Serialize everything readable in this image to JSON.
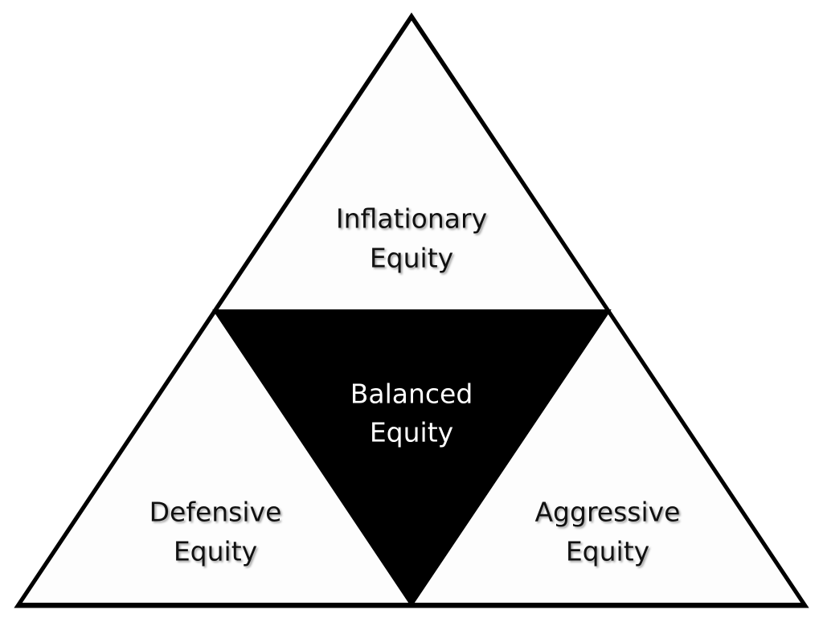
{
  "diagram": {
    "segments": {
      "top": {
        "line1": "Inflationary",
        "line2": "Equity",
        "fill": "#fdfdfd",
        "text_color": "#111111"
      },
      "center": {
        "line1": "Balanced",
        "line2": "Equity",
        "fill": "#000000",
        "text_color": "#ffffff"
      },
      "bottom_left": {
        "line1": "Defensive",
        "line2": "Equity",
        "fill": "#fdfdfd",
        "text_color": "#111111"
      },
      "bottom_right": {
        "line1": "Aggressive",
        "line2": "Equity",
        "fill": "#fdfdfd",
        "text_color": "#111111"
      }
    },
    "outline_color": "#000000"
  }
}
